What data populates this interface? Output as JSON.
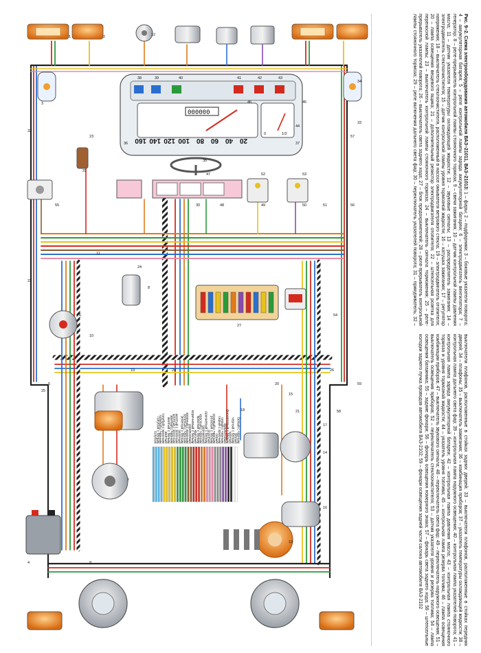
{
  "caption": {
    "title": "Рис. 9–2. Схема электрооборудования автомобиля ВАЗ–21011, ВАЗ–21013:",
    "body": "1 – фары; 2 – подфарники; 3 – боковые указатели поворота; 4 – аккумуляторная батарея; 5 – реле контрольной лампы заряда аккумуляторной батареи; 6 – электродвигатель вентилятора; 7 – генератор; 8 – реле-прерыватель контрольной лампы стояночного тормоза; 9 – свечи зажигания; 10 – датчик контрольной лампы давления масла; 11 – датчик указателя температуры охлаждающей жидкости; 12 – звуковые сигналы; 13 – распределитель зажигания; 14 – электродвигатель стеклоочистителя; 15 – датчик контрольной лампы уровня тормозной жидкости; 16 – катушка зажигания; 17 – регулятор напряжения; 18 – выключатель стеклоочистителя, расположенный в насосе омывателя ветрового стекла; 19 – электродвигатель отопителя; 20 – лампа освещения вещевого ящика; 21 – дополнительный резистор электродвигателя отопителя; 22 – штепсельная розетка для переносной лампы; 23 – выключатель контрольной лампы стояночного тормоза; 24 – выключатель сигнала торможения; 25 – реле-прерыватель указателей поворота; 26 – выключатель света заднего хода; 27 – блок предохранителей; 28 – реле-прерыватель контрольной лампы стояночного тормоза; 29 – реле включения дальнего света фар; 30 – переключатель указателей поворота; 31 – прикуриватель; 32 – выключатели плафонов, расположенные в стойках задних дверей; 33 – выключатели плафонов, расположенные в стойках передних дверей; 34 – плафоны; 35 – выключатель зажигания; 36 – комбинация приборов; 37 – указатель температуры охлаждающей жидкости; 38 – контрольная лампа дальнего света фар; 39 – контрольная лампа наружного освещения; 40 – контрольная лампа указателей поворота; 41 – контрольная лампа заряда аккумуляторной батареи; 42 – контрольная лампа давления масла; 43 – контрольная лампа стояночного тормоза и уровня тормозной жидкости; 44 – указатель уровня топлива; 45 – контрольная лампа резерва топлива; 46 – лампа освещения комбинации приборов; 47 – выключатель звукового сигнала; 48 – переключатель света фар; 49 – переключатель наружного освещения; 51 – выключатель освещения приборов; 52 – переключатель стеклоочистителя; 53 – датчик указателя уровня и резерва топлива; 54 – лампа освещения багажника; 55 – задние фонари; 56 – фонарь освещения номерного знака; 57 – фонарь света заднего хода; 58 – штепсельные колодки заднего пучка проводов автомобиля ВАЗ-2102; 59 – фонари освещения задней части салона автомобиля ВАЗ-2102"
  },
  "instrument_cluster": {
    "odometer": "000000",
    "speed_ticks": [
      "20",
      "40",
      "60",
      "80",
      "100",
      "120",
      "140",
      "160"
    ],
    "temp_scale": "0",
    "fuel_scale": "1/2"
  },
  "wire_legend": {
    "items": [
      "голубой",
      "голубой с белым",
      "голубой с черным",
      "голубой с красным",
      "желтый",
      "желтый с белым",
      "желтый с черным",
      "желтый с красным",
      "желтый с зеленым",
      "зеленый",
      "зеленый с белым",
      "зеленый с черным",
      "зеленый с красным",
      "коричневый",
      "коричневый с белым",
      "красный",
      "красный с белым",
      "красный с черным",
      "оранжевый",
      "оранжевый с белым",
      "розовый",
      "розовый с белым",
      "розовый с черным",
      "серый",
      "серый с красным",
      "серый с черным",
      "фиолетовый",
      "фиолетовый с белым",
      "черный",
      "черный с белым",
      "белый",
      "белый с черным"
    ]
  },
  "labels": {
    "component_numbers": [
      "1",
      "2",
      "3",
      "4",
      "5",
      "6",
      "7",
      "8",
      "9",
      "10",
      "11",
      "12",
      "13",
      "14",
      "15",
      "16",
      "17",
      "18",
      "19",
      "20",
      "21",
      "22",
      "23",
      "24",
      "25",
      "26",
      "27",
      "28",
      "29",
      "30",
      "31",
      "32",
      "33",
      "34",
      "35",
      "36",
      "37",
      "38",
      "39",
      "40",
      "41",
      "42",
      "43",
      "44",
      "45",
      "46",
      "47",
      "48",
      "49",
      "50",
      "51",
      "52",
      "53",
      "54",
      "55",
      "56",
      "57",
      "58",
      "59"
    ]
  },
  "colors": {
    "wire_red": "#d42a1e",
    "wire_blue": "#2a6fd0",
    "wire_green": "#2a9a3a",
    "wire_yellow": "#e8c21a",
    "wire_orange": "#e07a1a",
    "wire_brown": "#8a5a2a",
    "wire_black": "#222222",
    "wire_pink": "#e88aa8",
    "wire_gray": "#8a8a8a",
    "wire_violet": "#8a4ab0",
    "lamp_amber": "#f0a030"
  }
}
